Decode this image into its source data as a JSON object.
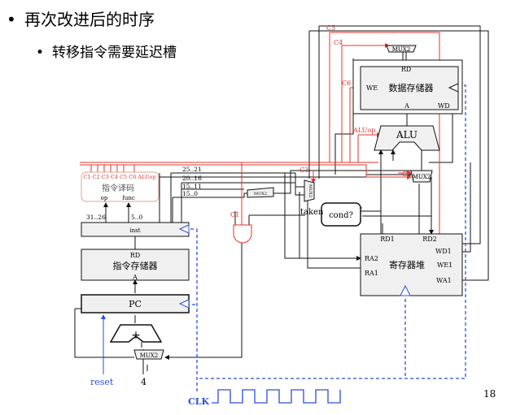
{
  "slide": {
    "title": "再次改进后的时序",
    "subtitle": "转移指令需要延迟槽",
    "bullet_glyph": "•",
    "page_number": "18"
  },
  "diagram": {
    "data_memory": {
      "label": "数据存储器",
      "rd": "RD",
      "we": "WE",
      "a": "A",
      "wd": "WD"
    },
    "mux_top": "MUX2",
    "alu": "ALU",
    "mux_mid": "MUX2",
    "mux_vert": "MUX2",
    "mux_small": "MUX2",
    "mux_pc": "MUX2",
    "adder": "+",
    "cond": "cond?",
    "taken": "taken",
    "register_file": {
      "label": "寄存器堆",
      "rd1": "RD1",
      "rd2": "RD2",
      "ra2": "RA2",
      "ra1": "RA1",
      "wd1": "WD1",
      "we1": "WE1",
      "wa1": "WA1"
    },
    "decoder": {
      "label": "指令译码",
      "signals": "C1 C2 C3 C4 C5 C6 ALUop",
      "op": "op",
      "func": "func"
    },
    "inst_register": "inst",
    "instruction_memory": {
      "label": "指令存储器",
      "rd": "RD",
      "a": "A"
    },
    "pc": "PC",
    "fields": {
      "f1": "25..21",
      "f2": "20..16",
      "f3": "15..11",
      "f4": "15..0",
      "op_bits": "31..26",
      "func_bits": "5..0"
    },
    "controls": {
      "c1": "C1",
      "c2": "C2",
      "c3": "C3",
      "c4": "C4",
      "c5": "C5",
      "c6": "C6",
      "aluop": "ALUop"
    },
    "reset": "reset",
    "four": "4",
    "clk": "CLK"
  },
  "colors": {
    "control_red": "#e0352b",
    "clock_blue": "#2b4fd8",
    "line": "#111111",
    "decoder_border": "#d9a59a"
  }
}
